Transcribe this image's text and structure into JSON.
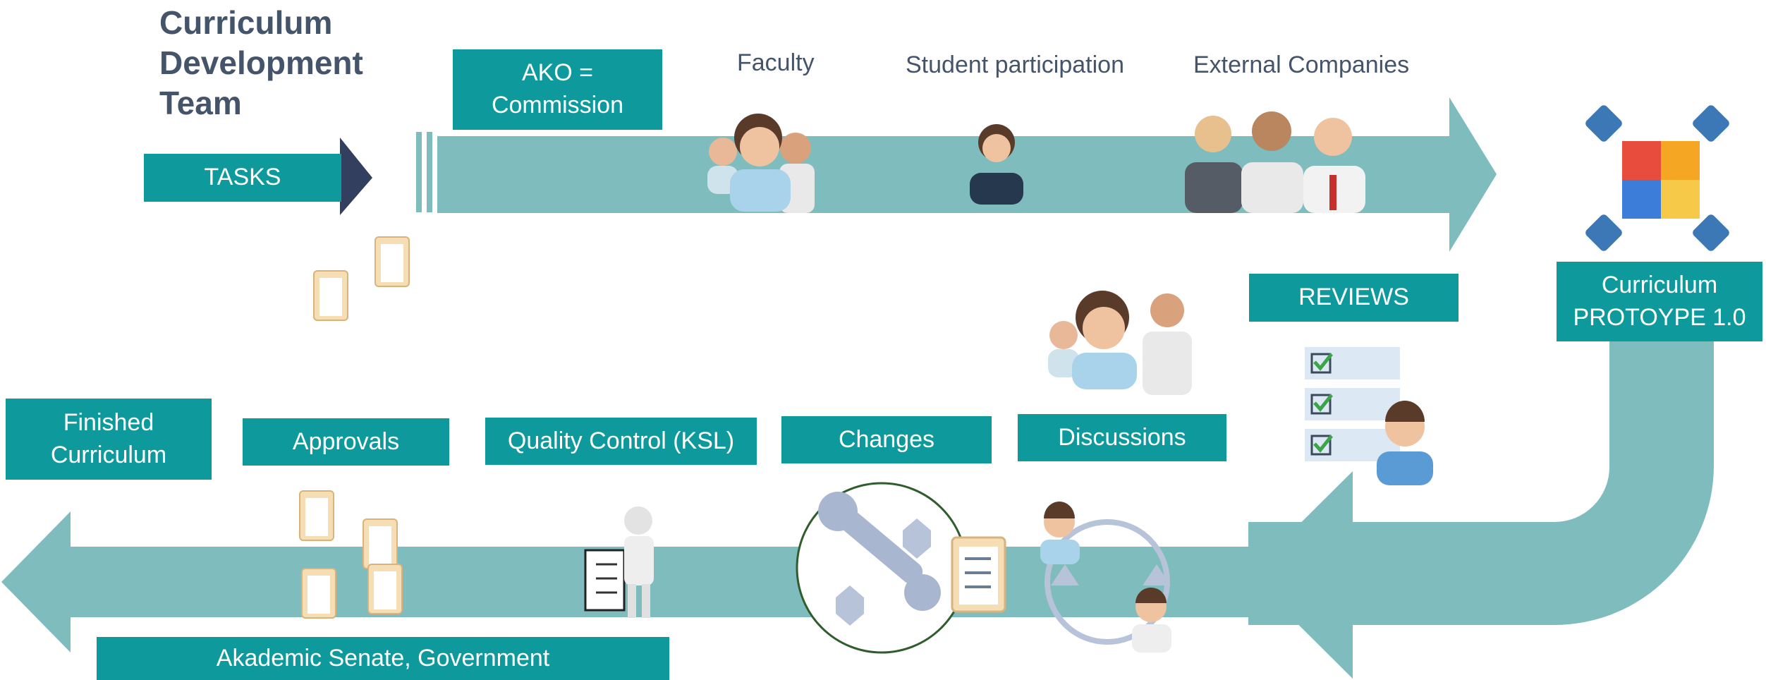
{
  "title_lines": [
    "Curriculum",
    "Development",
    "Team"
  ],
  "headers": {
    "faculty": "Faculty",
    "students": "Student participation",
    "companies": "External Companies"
  },
  "labels": {
    "tasks": "TASKS",
    "ako": "AKO = Commission",
    "reviews": "REVIEWS",
    "prototype": "Curriculum PROTOYPE 1.0",
    "finished": "Finished Curriculum",
    "approvals": "Approvals",
    "quality": "Quality Control (KSL)",
    "changes": "Changes",
    "discussions": "Discussions",
    "senate": "Akademic Senate, Government"
  },
  "colors": {
    "label_fill": "#0e9a9c",
    "band_fill": "#7fbcbd",
    "title_text": "#44546a",
    "navy_arrow": "#333f5e"
  },
  "icons": [
    "people-group-icon",
    "woman-icon",
    "business-people-icon",
    "puzzle-hands-icon",
    "clipboard-icon",
    "checklist-person-icon",
    "tools-icon",
    "exchange-icon",
    "presenter-icon"
  ]
}
